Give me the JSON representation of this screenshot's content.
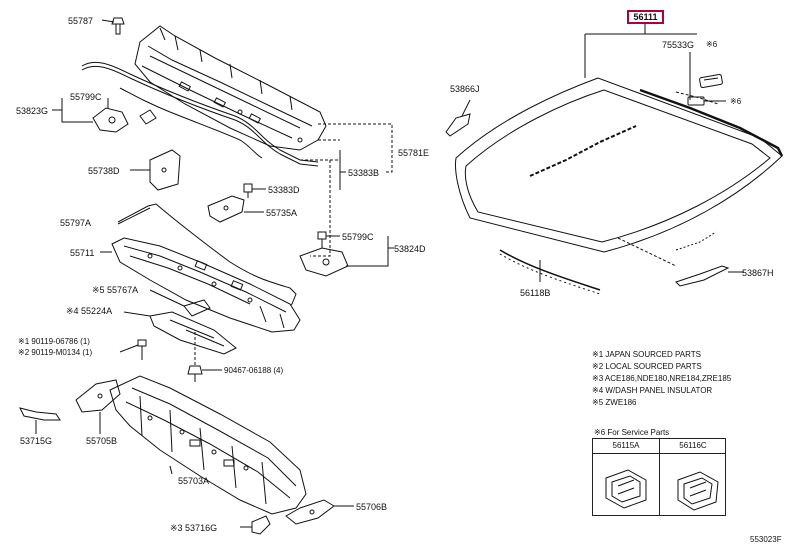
{
  "diagram_id": "553023F",
  "highlighted_part": "56111",
  "labels": {
    "p55787": "55787",
    "p55799c_top": "55799C",
    "p53823g": "53823G",
    "p55738d": "55738D",
    "p53383d": "53383D",
    "p53383b": "53383B",
    "p55781e": "55781E",
    "p55735a": "55735A",
    "p55797a": "55797A",
    "p55711": "55711",
    "p55799c_mid": "55799C",
    "p53824d": "53824D",
    "p55767a": "※5 55767A",
    "p55224a": "※4 55224A",
    "p9011906786": "※1 90119-06786 (1)",
    "p90119m0134": "※2 90119-M0134 (1)",
    "p9046706188": "90467-06188 (4)",
    "p53715g": "53715G",
    "p55705b": "55705B",
    "p55703a": "55703A",
    "p55706b": "55706B",
    "p53716g": "※3 53716G",
    "p75533g": "75533G",
    "p75533g_mark": "※6",
    "pclip_mark": "※6",
    "p53866j": "53866J",
    "p56118b": "56118B",
    "p53867h": "53867H"
  },
  "notes": [
    "※1 JAPAN SOURCED PARTS",
    "※2 LOCAL SOURCED PARTS",
    "※3 ACE186,NDE180,NRE184,ZRE185",
    "※4 W/DASH PANEL INSULATOR",
    "※5 ZWE186"
  ],
  "service": {
    "title": "※6 For Service Parts",
    "left_part": "56115A",
    "right_part": "56116C"
  }
}
